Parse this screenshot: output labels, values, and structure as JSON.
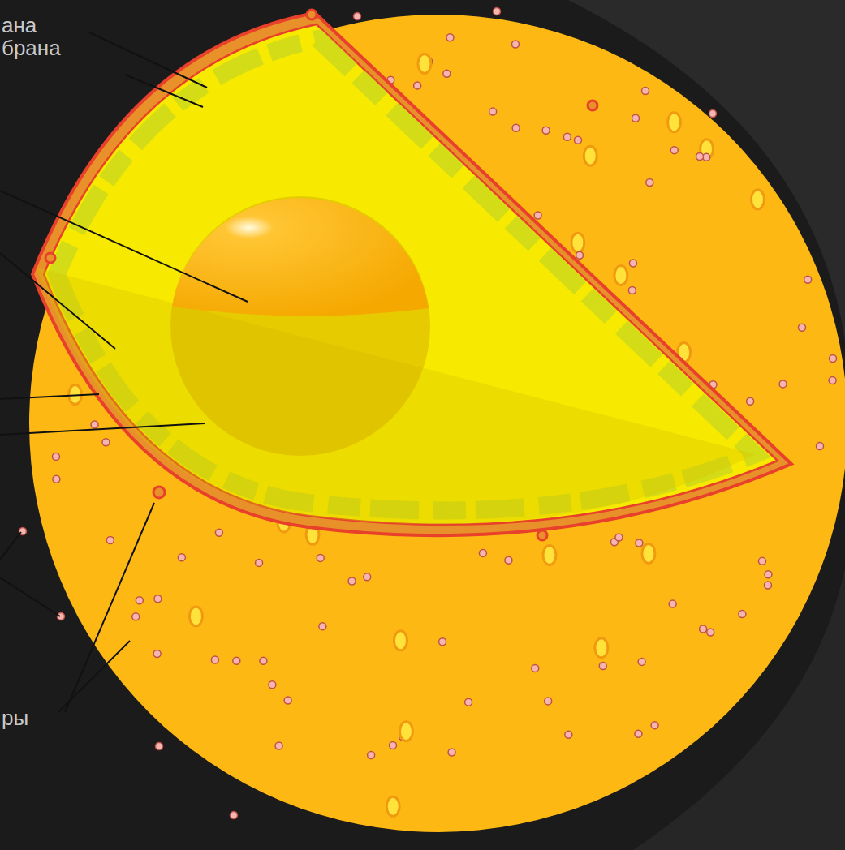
{
  "diagram": {
    "labels": [
      "ана",
      "брана",
      "ры"
    ]
  }
}
